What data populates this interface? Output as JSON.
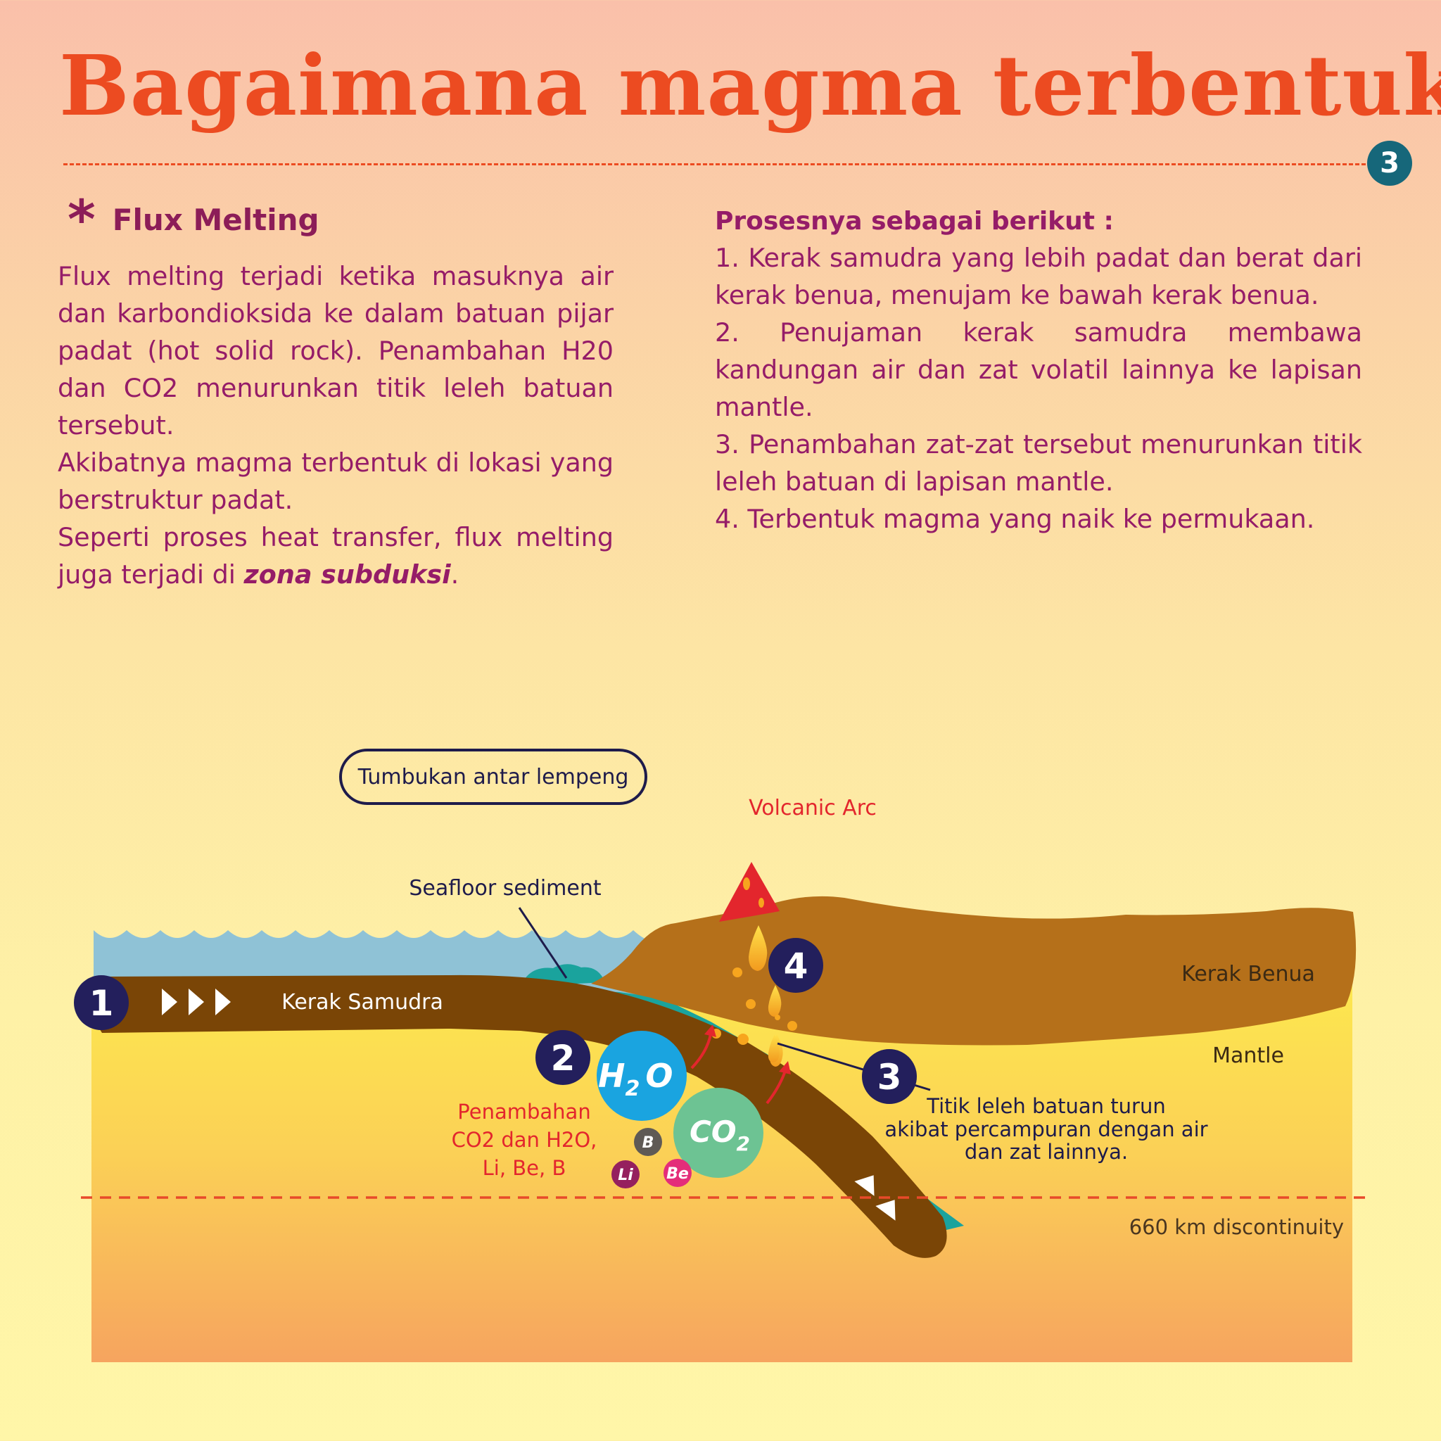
{
  "header": {
    "title": "Bagaimana magma terbentuk?",
    "page_number": "3"
  },
  "left": {
    "heading": "Flux Melting",
    "paragraph1": "Flux melting terjadi ketika masuknya air dan karbondioksida ke dalam batuan pijar padat (hot solid rock). Penambahan H20 dan CO2 menurunkan titik leleh batuan tersebut.",
    "paragraph2": "Akibatnya magma terbentuk di lokasi yang berstruktur padat.",
    "paragraph3_prefix": "Seperti proses heat transfer, flux melting juga terjadi di",
    "paragraph3_emphasis": "zona subduksi",
    "paragraph3_suffix": "."
  },
  "right": {
    "heading": "Prosesnya sebagai berikut :",
    "steps": [
      "1. Kerak samudra yang lebih padat dan berat dari kerak benua, menujam ke bawah kerak benua.",
      "2. Penujaman kerak samudra membawa kandungan air dan zat volatil lainnya ke lapisan mantle.",
      "3. Penambahan zat-zat tersebut menurunkan titik leleh batuan di lapisan mantle.",
      "4. Terbentuk magma yang naik ke permukaan."
    ]
  },
  "diagram": {
    "label_collision": "Tumbukan antar lempeng",
    "label_volcanic_arc": "Volcanic Arc",
    "label_seafloor": "Seafloor sediment",
    "label_oceanic_crust": "Kerak Samudra",
    "label_continental_crust": "Kerak Benua",
    "label_mantle": "Mantle",
    "label_discontinuity": "660 km discontinuity",
    "label_addition": [
      "Penambahan",
      "CO2 dan H2O,",
      "Li, Be, B"
    ],
    "label_melting": [
      "Titik leleh batuan turun",
      "akibat percampuran dengan air",
      "dan zat lainnya."
    ],
    "markers": [
      "1",
      "2",
      "3",
      "4"
    ],
    "h2o": {
      "main": "H",
      "sub": "2",
      "end": "O"
    },
    "co2": {
      "main": "CO",
      "sub": "2"
    },
    "elements": [
      "B",
      "Li",
      "Be"
    ]
  },
  "colors": {
    "title": "#ec4b21",
    "text": "#951c68",
    "badge": "#16677a",
    "marker": "#231f5c",
    "ocean": "#8fc2d6",
    "oceanic_crust": "#7a4506",
    "continental_crust": "#b5701a",
    "sediment": "#1aa39d",
    "h2o": "#1aa4e0",
    "co2": "#6dc393",
    "label_red": "#e3262d"
  }
}
